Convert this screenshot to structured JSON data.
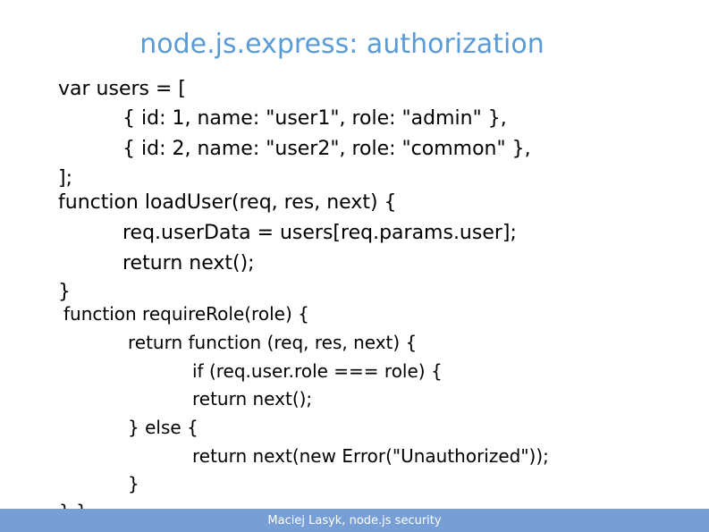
{
  "slide": {
    "title": "node.js.express: authorization",
    "code_block_1": [
      "var users = [",
      "{ id: 1, name: \"user1\", role: \"admin\" },",
      "{ id: 2, name: \"user2\", role: \"common\" },",
      "];",
      "function loadUser(req, res, next) {",
      "req.userData = users[req.params.user];",
      "return next();",
      "}"
    ],
    "code_block_2": [
      "function requireRole(role) {",
      "return function (req, res, next) {",
      "if (req.user.role === role) {",
      "return next();",
      "} else {",
      "return next(new Error(\"Unauthorized\"));",
      "}",
      "} }"
    ],
    "footer": "Maciej Lasyk, node.js security"
  }
}
